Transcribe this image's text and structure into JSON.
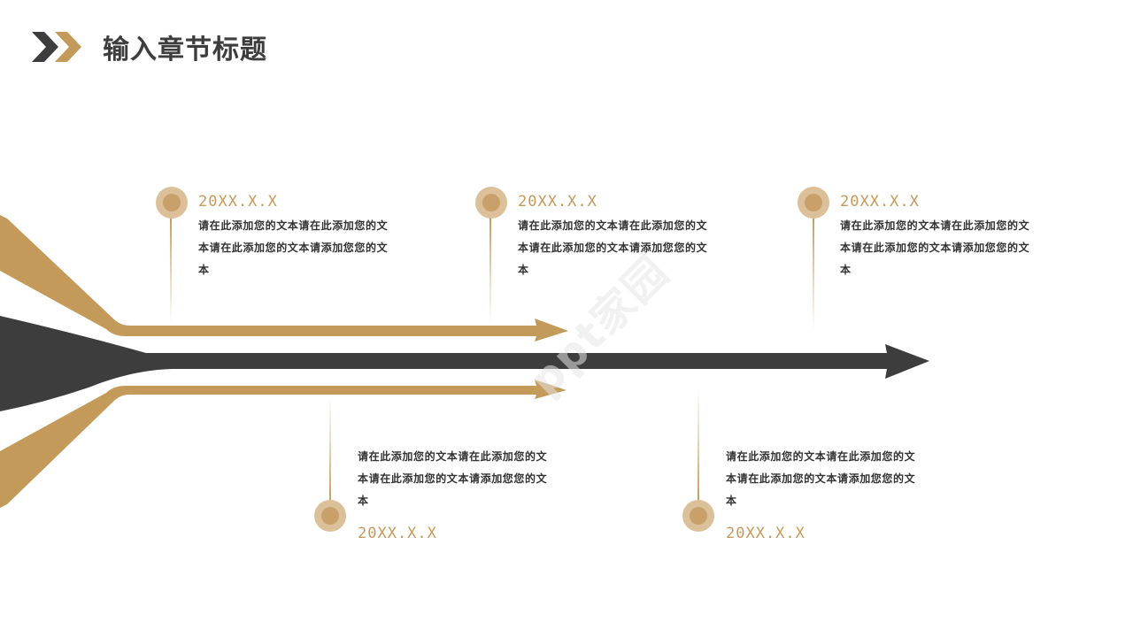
{
  "header": {
    "title": "输入章节标题",
    "icon": "double-chevron-right-icon"
  },
  "colors": {
    "gold": "#c49a5a",
    "dark": "#3d3d3d",
    "dot_outer": "#dcc09a",
    "dot_inner": "#c9a06a",
    "text": "#333333"
  },
  "timeline": {
    "items": [
      {
        "date": "20XX.X.X",
        "text": "请在此添加您的文本请在此添加您的文本请在此添加您的文本请添加您您的文本",
        "position": "top"
      },
      {
        "date": "20XX.X.X",
        "text": "请在此添加您的文本请在此添加您的文本请在此添加您的文本请添加您您的文本",
        "position": "bottom"
      },
      {
        "date": "20XX.X.X",
        "text": "请在此添加您的文本请在此添加您的文本请在此添加您的文本请添加您您的文本",
        "position": "top"
      },
      {
        "date": "20XX.X.X",
        "text": "请在此添加您的文本请在此添加您的文本请在此添加您的文本请添加您您的文本",
        "position": "bottom"
      },
      {
        "date": "20XX.X.X",
        "text": "请在此添加您的文本请在此添加您的文本请在此添加您的文本请添加您您的文本",
        "position": "top"
      }
    ]
  },
  "watermark": "ppt家园"
}
